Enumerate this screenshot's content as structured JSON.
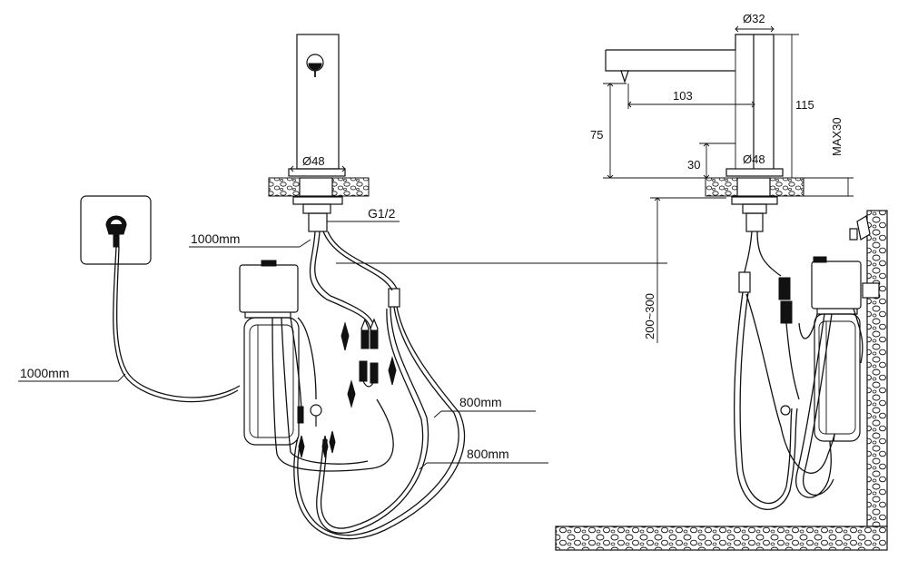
{
  "labels": {
    "thread": "G1/2",
    "cable_top": "1000mm",
    "cable_left": "1000mm",
    "hose_1": "800mm",
    "hose_2": "800mm",
    "dim_outlet_diameter": "Ø32",
    "dim_base_front": "Ø48",
    "dim_base_side": "Ø48",
    "dim_reach": "103",
    "dim_total_height": "115",
    "dim_spout_height": "75",
    "dim_base_height": "30",
    "dim_max_thickness": "MAX30",
    "dim_install_range": "200~300"
  },
  "icons": {
    "socket": "power-socket-icon",
    "plug": "power-plug-icon",
    "sensor": "sensor-eye-icon"
  }
}
